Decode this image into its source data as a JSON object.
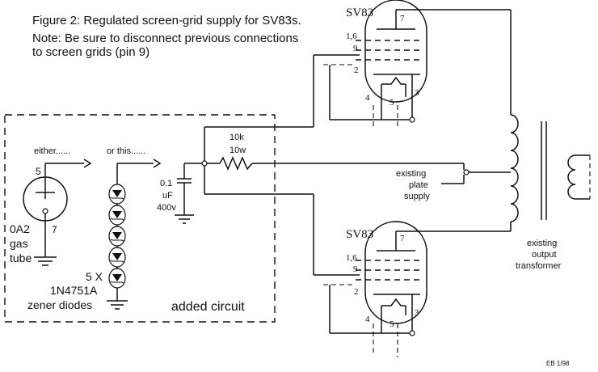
{
  "figure": {
    "title": "Figure 2: Regulated screen-grid supply for SV83s.",
    "note_line1": "Note: Be sure to disconnect previous connections",
    "note_line2": "to screen grids (pin 9)",
    "credit": "EB 1/98"
  },
  "tubes": {
    "top_label": "SV83",
    "bottom_label": "SV83",
    "pins": {
      "plate": "7",
      "grids": "1,6",
      "screen": "9",
      "cathode_pin": "2",
      "heater_a": "4",
      "heater_b": "5",
      "heater_c": "3"
    }
  },
  "regulator": {
    "either_label": "either......",
    "or_label": "or this......",
    "gas_tube_pin_top": "5",
    "gas_tube_pin_bottom": "7",
    "gas_tube_line1": "0A2",
    "gas_tube_line2": "gas",
    "gas_tube_line3": "tube",
    "zener_line1": "5 X",
    "zener_line2": "1N4751A",
    "zener_line3": "zener diodes",
    "added_circuit": "added circuit"
  },
  "components": {
    "cap_line1": "0.1",
    "cap_line2": "uF",
    "cap_line3": "400v",
    "resistor_line1": "10k",
    "resistor_line2": "10w"
  },
  "supply": {
    "line1": "existing",
    "line2": "plate",
    "line3": "supply"
  },
  "transformer": {
    "line1": "existing",
    "line2": "output",
    "line3": "transformer"
  }
}
